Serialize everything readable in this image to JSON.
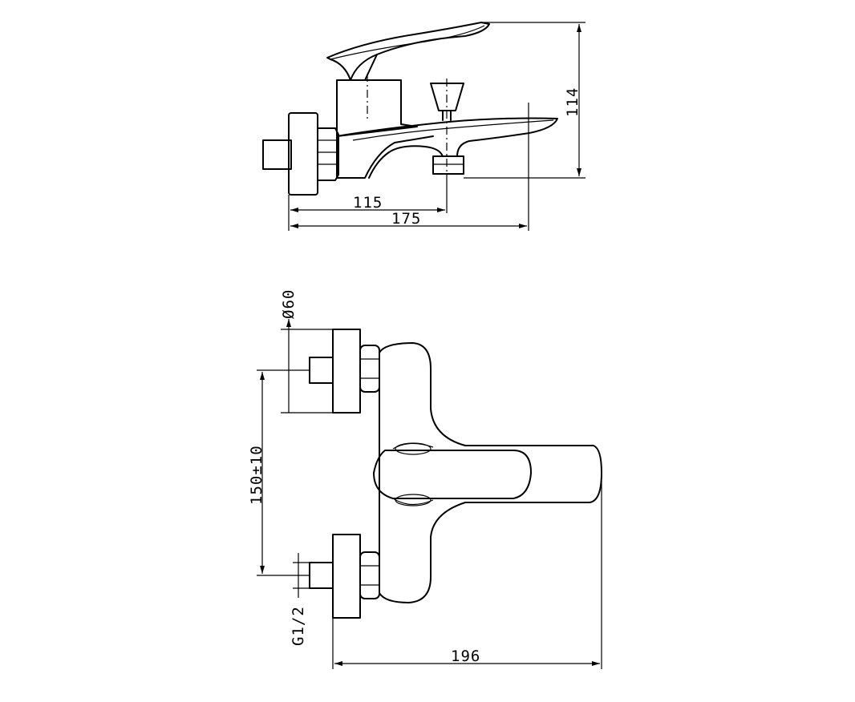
{
  "dimensions": {
    "spout_reach": "115",
    "overall_depth": "175",
    "height": "114",
    "escutcheon_diameter": "Ø60",
    "inlet_spacing": "150±10",
    "thread": "G1/2",
    "overall_width": "196"
  }
}
